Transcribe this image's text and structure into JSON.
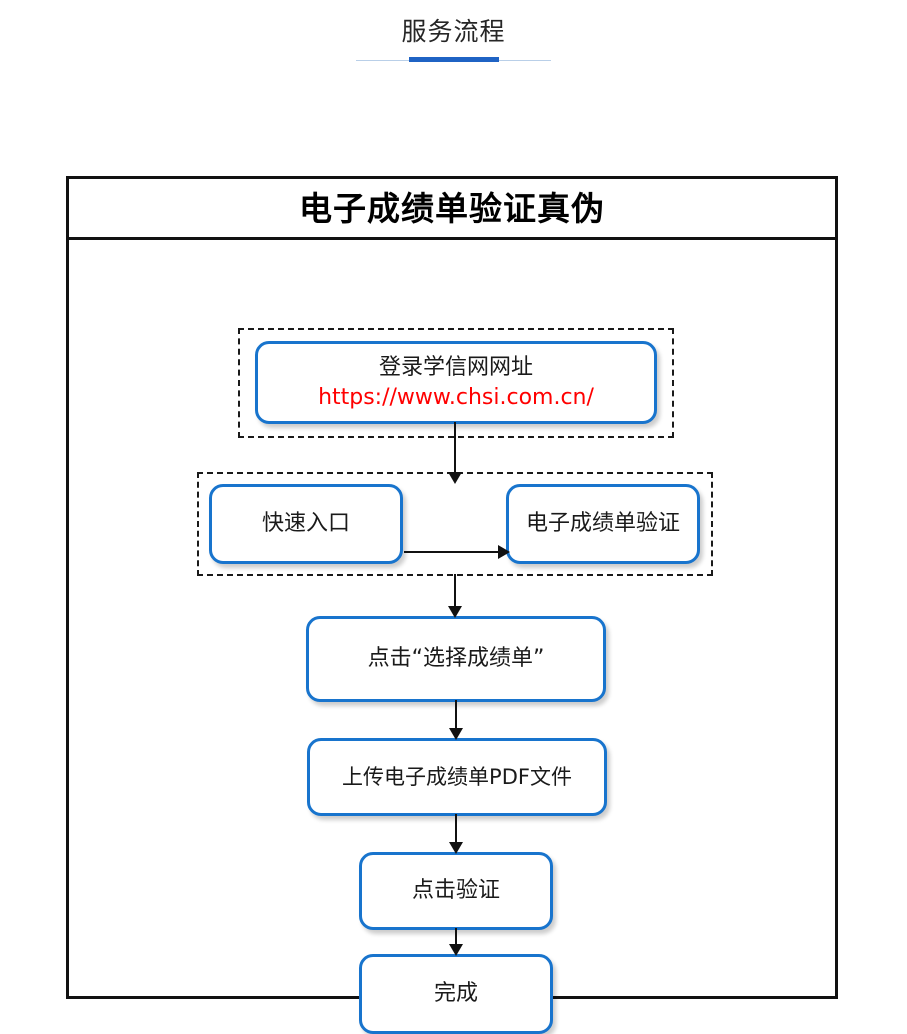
{
  "page": {
    "header_title": "服务流程"
  },
  "frame": {
    "title": "电子成绩单验证真伪"
  },
  "flow": {
    "nodes": [
      {
        "id": "login-site",
        "label": "登录学信网网址",
        "url": "https://www.chsi.com.cn/"
      },
      {
        "id": "quick-entry",
        "label": "快速入口"
      },
      {
        "id": "transcript-verify",
        "label": "电子成绩单验证"
      },
      {
        "id": "click-select-transcript",
        "label": "点击“选择成绩单”"
      },
      {
        "id": "upload-pdf",
        "label": "上传电子成绩单PDF文件"
      },
      {
        "id": "click-verify",
        "label": "点击验证"
      },
      {
        "id": "done",
        "label": "完成"
      }
    ]
  },
  "colors": {
    "node_border": "#1874cd",
    "accent_rule": "#1f63c4",
    "rule": "#b9cfe8",
    "url_text": "#ff0000",
    "frame_border": "#111111"
  }
}
